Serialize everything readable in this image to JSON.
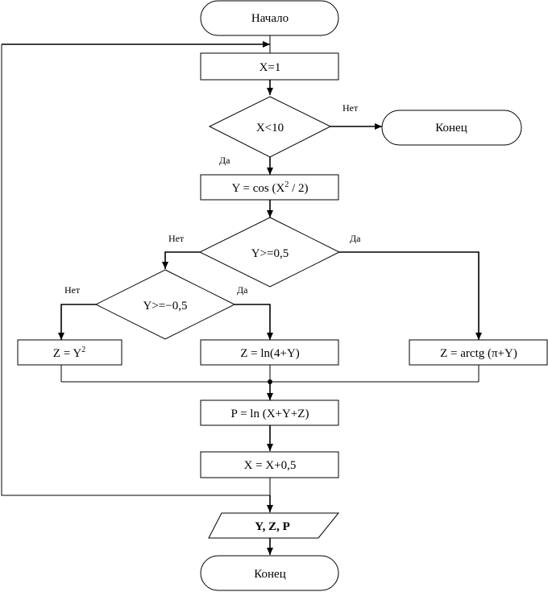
{
  "nodes": {
    "start": "Начало",
    "init_x": "X=1",
    "cond_x": "X<10",
    "end_right": "Конец",
    "calc_y": "Y = cos (X",
    "calc_y_sup": "2",
    "calc_y_tail": " / 2)",
    "cond_y1": "Y>=0,5",
    "cond_y2": "Y>=−0,5",
    "z_sq": "Z = Y",
    "z_sq_sup": "2",
    "z_ln": "Z = ln(4+Y)",
    "z_arctg": "Z = arctg (π+Y)",
    "p_calc": "P = ln (X+Y+Z)",
    "x_inc": "X = X+0,5",
    "output": "Y, Z, P",
    "end_bottom": "Конец"
  },
  "labels": {
    "no_x": "Нет",
    "yes_x": "Да",
    "no_y1": "Нет",
    "yes_y1": "Да",
    "no_y2": "Нет",
    "yes_y2": "Да"
  }
}
